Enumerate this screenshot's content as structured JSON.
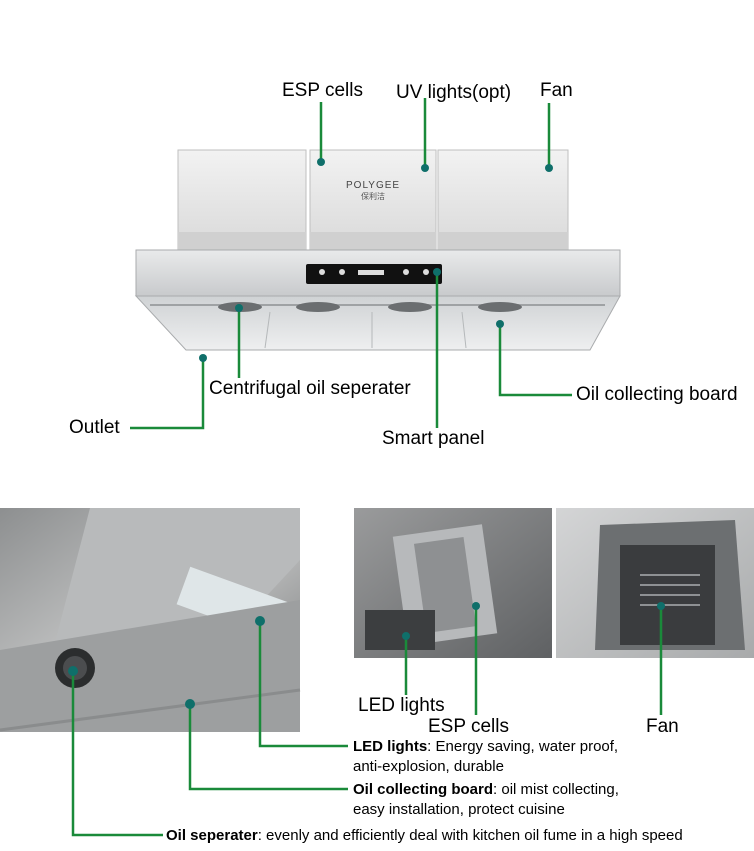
{
  "top_labels": {
    "esp_cells": "ESP cells",
    "uv_lights": "UV lights(opt)",
    "fan": "Fan",
    "centrifugal": "Centrifugal oil seperater",
    "oil_board": "Oil collecting board",
    "outlet": "Outlet",
    "smart_panel": "Smart panel"
  },
  "brand": {
    "name": "POLYGEE",
    "subname": "保利洁"
  },
  "bottom_labels": {
    "led_lights": "LED lights",
    "esp_cells": "ESP cells",
    "fan": "Fan"
  },
  "descriptions": [
    {
      "term": "LED lights",
      "text": ": Energy saving, water proof,",
      "text2": "anti-explosion, durable"
    },
    {
      "term": "Oil collecting board",
      "text": ": oil mist collecting,",
      "text2": "easy installation, protect cuisine"
    },
    {
      "term": "Oil seperater",
      "text": ": evenly and efficiently deal with kitchen oil fume in a high speed",
      "text2": ""
    }
  ],
  "colors": {
    "leader": "#1a8a3a",
    "dot": "#0f6f6a",
    "steel": "#c9ccce"
  }
}
